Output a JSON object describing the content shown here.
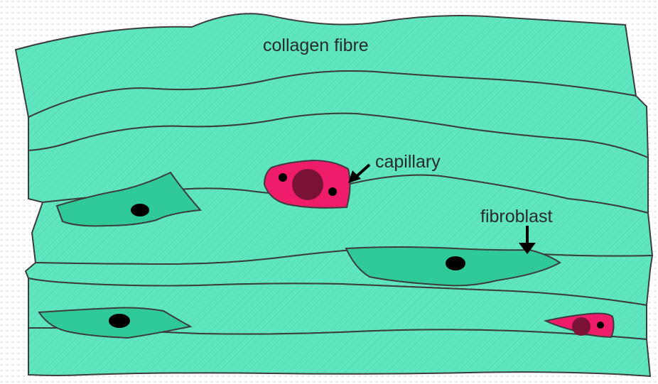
{
  "labels": {
    "collagen": "collagen fibre",
    "capillary": "capillary",
    "fibroblast": "fibroblast"
  },
  "colors": {
    "background": "#ffffff",
    "collagen_fill": "#5fe6bf",
    "cell_fill": "#2fc99a",
    "capillary_fill": "#ef1c6c",
    "capillary_nucleus": "#7a1236",
    "nucleus": "#000000",
    "outline": "#3c3c3c"
  }
}
